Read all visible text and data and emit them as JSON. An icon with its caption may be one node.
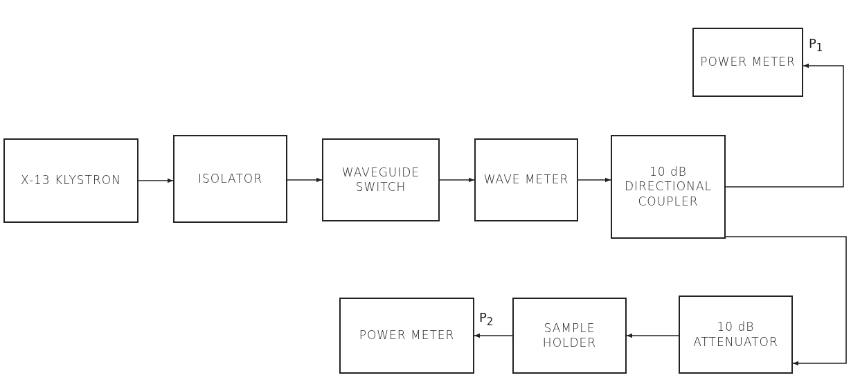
{
  "diagram": {
    "nodes": [
      {
        "text": [
          "X-13 KLYSTRON"
        ]
      },
      {
        "text": [
          "ISOLATOR"
        ]
      },
      {
        "text": [
          "WAVEGUIDE SWITCH"
        ]
      },
      {
        "text": [
          "WAVE METER"
        ]
      },
      {
        "text": [
          "10 dB DIRECTIONAL COUPLER"
        ]
      },
      {
        "text": [
          "POWER METER"
        ]
      },
      {
        "text": [
          "10 dB ATTENUATOR"
        ]
      },
      {
        "text": [
          "SAMPLE HOLDER"
        ]
      },
      {
        "text": [
          "POWER METER"
        ]
      }
    ],
    "edges": [
      {
        "from": 0,
        "to": 1,
        "arrow": "to"
      },
      {
        "from": 1,
        "to": 2,
        "arrow": "to"
      },
      {
        "from": 2,
        "to": 3,
        "arrow": "to"
      },
      {
        "from": 3,
        "to": 4,
        "arrow": "to"
      },
      {
        "from": 4,
        "to": 5,
        "arrow": "to",
        "label": "P$_{1}$"
      },
      {
        "from": 4,
        "to": 6,
        "arrow": "to"
      },
      {
        "from": 6,
        "to": 7,
        "arrow": "to"
      },
      {
        "from": 7,
        "to": 8,
        "arrow": "to",
        "label": "P$_{2}$"
      }
    ]
  }
}
